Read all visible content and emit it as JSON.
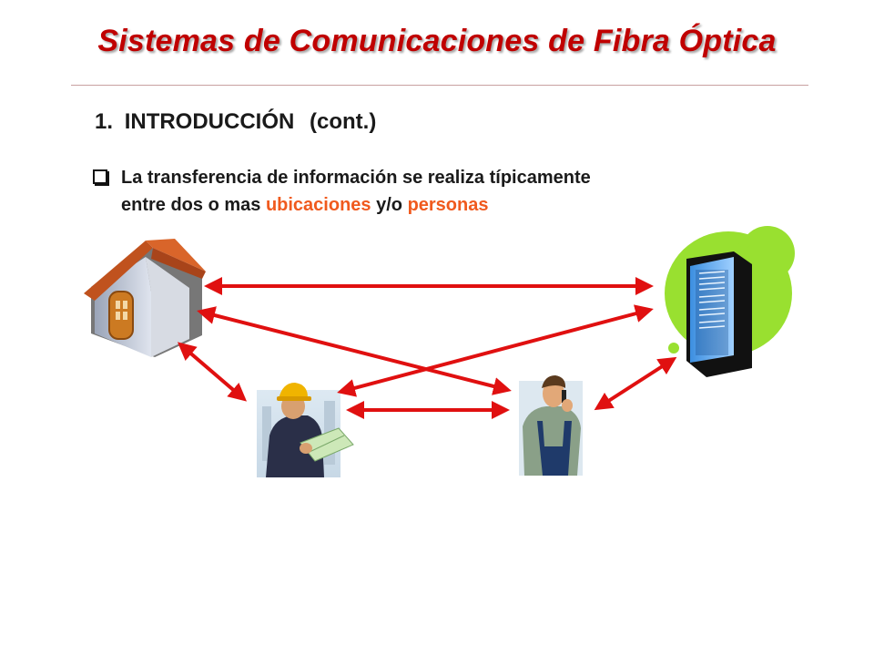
{
  "title": "Sistemas de Comunicaciones de Fibra Óptica",
  "section": {
    "number": "1.",
    "heading": "INTRODUCCIÓN",
    "suffix": "(cont.)"
  },
  "bullet": {
    "line1": "La transferencia de información se realiza típicamente",
    "line2_start": "entre dos o mas ",
    "highlight1": "ubicaciones",
    "middle": " y/o ",
    "highlight2": "personas"
  },
  "colors": {
    "title": "#c00000",
    "highlight": "#f05a1e",
    "arrow": "#e01010",
    "server_blob": "#99e030"
  },
  "icons": [
    "house-icon",
    "construction-worker-icon",
    "phone-worker-icon",
    "server-rack-icon"
  ]
}
